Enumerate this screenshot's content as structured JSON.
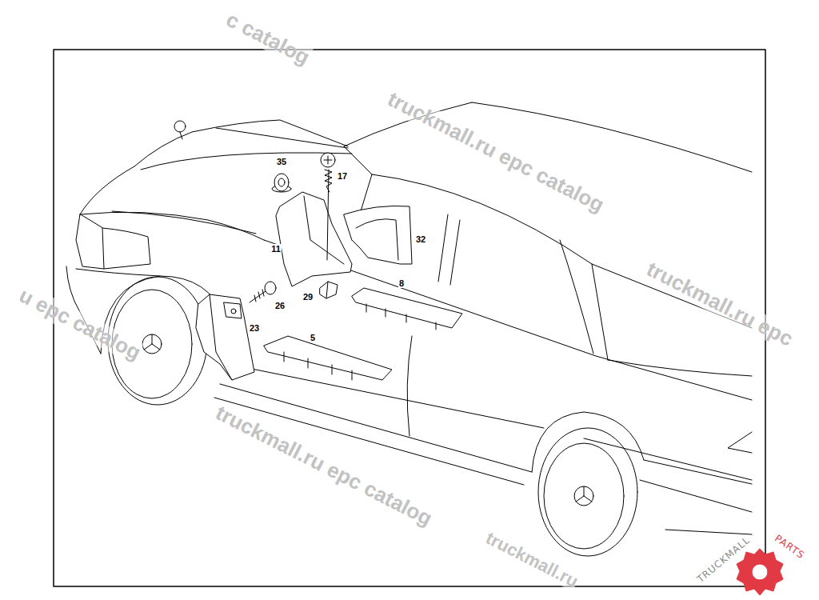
{
  "diagram": {
    "labels": [
      "c catalog",
      "truckmall.ru epc catalog",
      "35",
      "17",
      "32",
      "11",
      "8",
      "29",
      "26",
      "u epc catalog",
      "truckmall.ru epc",
      "23",
      "5",
      "truckmall.ru epc catalog",
      "truckmall.ru",
      "TRUCKMALL",
      "PARTS"
    ]
  }
}
